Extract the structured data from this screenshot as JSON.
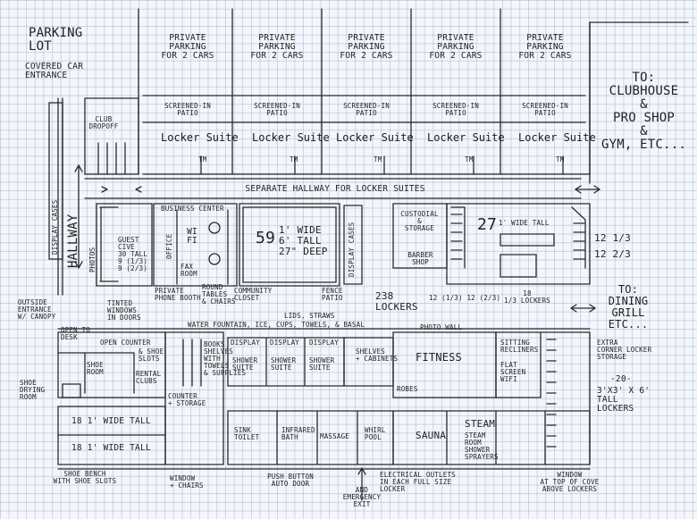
{
  "parking": {
    "lot": "PARKING\nLOT",
    "entrance": "COVERED CAR\nENTRANCE",
    "private_label": "PRIVATE\nPARKING\nFOR 2 CARS",
    "patio_label": "SCREENED-IN\nPATIO",
    "suite_label": "Locker\nSuite",
    "tm": "TM"
  },
  "hall": {
    "separate": "SEPARATE HALLWAY FOR LOCKER SUITES",
    "main": "HALLWAY",
    "display_cases": "DISPLAY CASES",
    "club_dropoff": "CLUB\nDROPOFF"
  },
  "right": {
    "to_clubhouse": "TO:\nCLUBHOUSE\n&\nPRO SHOP\n&\nGYM, ETC...",
    "to_dining": "TO:\nDINING\nGRILL\nETC...",
    "extra_storage": "EXTRA\nCORNER LOCKER\nSTORAGE",
    "tall_lockers": "3'X3' X 6'\nTALL\nLOCKERS",
    "count20": "-20-",
    "fr1": "12 1/3",
    "fr2": "12 2/3"
  },
  "mid": {
    "business_center": "BUSINESS CENTER",
    "wifi": "WI\nFI",
    "office": "OFFICE",
    "fax": "FAX\nROOM",
    "guest": "GUEST\nCIVE\n30 TALL\n9 (1/3)\n9 (2/3)",
    "photos": "PHOTOS",
    "private_phone": "PRIVATE\nPHONE BOOTH",
    "round_tables": "ROUND\nTABLES\n& CHAIRS",
    "community_closet": "COMMUNITY\nCLOSET",
    "tinted": "TINTED\nWINDOWS\nIN DOORS",
    "locker59": "59",
    "locker59_desc": "1' WIDE\n6' TALL\n27\" DEEP",
    "display_cases": "DISPLAY CASES",
    "locker238": "238\nLOCKERS",
    "fence": "FENCE\nPATIO",
    "custodial": "CUSTODIAL\n&\nSTORAGE",
    "barber": "BARBER\nSHOP",
    "locker27": "27",
    "locker27_desc": "1' WIDE TALL",
    "fr12": "12 (1/3) 12 (2/3)",
    "fr18": "18\n1/3 LOCKERS"
  },
  "lower": {
    "outside_entrance": "OUTSIDE\nENTRANCE\nW/ CANOPY",
    "open_desk": "OPEN TO\nDESK",
    "open_counter": "OPEN COUNTER",
    "shoe_room": "SHOE\nROOM",
    "rental_clubs": "RENTAL\nCLUBS",
    "shoe_slots": "& SHOE\nSLOTS",
    "shoe_drying": "SHOE\nDRYING\nROOM",
    "lockers18a": "18 1' WIDE TALL",
    "lockers18b": "18 1' WIDE TALL",
    "shoe_bench": "SHOE BENCH\nWITH SHOE SLOTS",
    "window_chairs": "WINDOW\n+ CHAIRS",
    "counter_storage": "COUNTER\n+ STORAGE",
    "water_fountain": "WATER FOUNTAIN, ICE, CUPS, TOWELS, & BASAL",
    "lids_straws": "LIDS, STRAWS",
    "display": "DISPLAY",
    "shower_suite": "SHOWER\nSUITE",
    "shelves": "BOOKS\nSHELVES\nWITH\nTOWELS\n& SUPPLIES",
    "shelves_cab": "SHELVES\n+ CABINETS",
    "sink_toilet": "SINK\nTOILET",
    "infrared": "INFRARED\nBATH",
    "massage": "MASSAGE",
    "whirlpool": "WHIRL\nPOOL",
    "sauna": "SAUNA",
    "steam": "STEAM",
    "steam_sub": "STEAM\nROOM\nSHOWER\nSPRAYERS",
    "fitness": "FITNESS",
    "photo_wall": "PHOTO WALL",
    "sitting": "SITTING\nRECLINERS",
    "flat_screen": "FLAT\nSCREEN\nWIFI",
    "robes": "ROBES",
    "push_button": "PUSH BUTTON\nAUTO DOOR",
    "emergency": "AND\nEMERGENCY\nEXIT",
    "electrical": "ELECTRICAL OUTLETS\nIN EACH FULL SIZE\nLOCKER",
    "window_cove": "WINDOW\nAT TOP OF COVE\nABOVE LOCKERS"
  }
}
